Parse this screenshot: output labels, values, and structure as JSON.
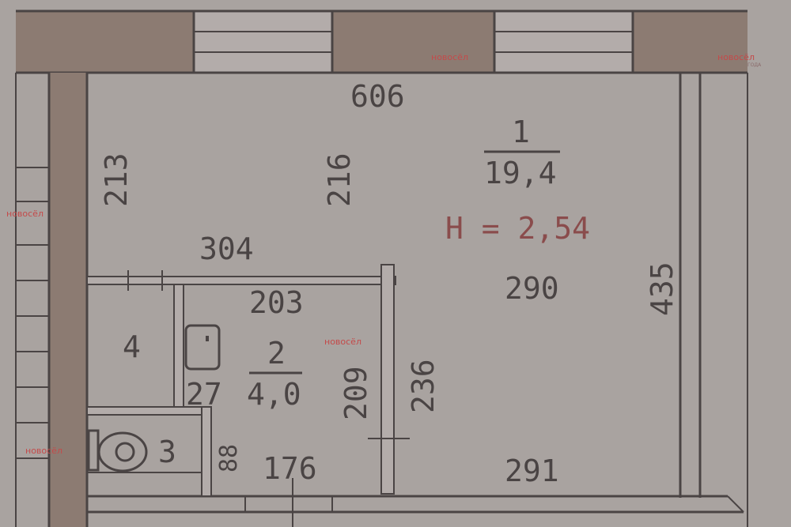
{
  "plan": {
    "dimensions": {
      "top_wall": "606",
      "left_wall": "213",
      "center_vertical": "216",
      "inner_width": "304",
      "right_wall": "435",
      "bath_top": "203",
      "room_depth": "290",
      "bath_height_a": "209",
      "bath_height_b": "236",
      "wc_height": "88",
      "bath_width": "176",
      "bottom_right": "291",
      "sink_label": "27"
    },
    "rooms": {
      "room1_number": "1",
      "room1_area": "19,4",
      "room2_number": "2",
      "room2_area": "4,0",
      "room3_number": "3",
      "room4_number": "4"
    },
    "ceiling_height": "H = 2,54",
    "watermark": {
      "text": "новосёл",
      "small_text": "ГОДА"
    },
    "colors": {
      "background": "#a9a3a0",
      "wall": "#8c7b72",
      "line": "#4a4444",
      "accent": "#8a4c4c",
      "watermark": "#c44a4a"
    }
  }
}
